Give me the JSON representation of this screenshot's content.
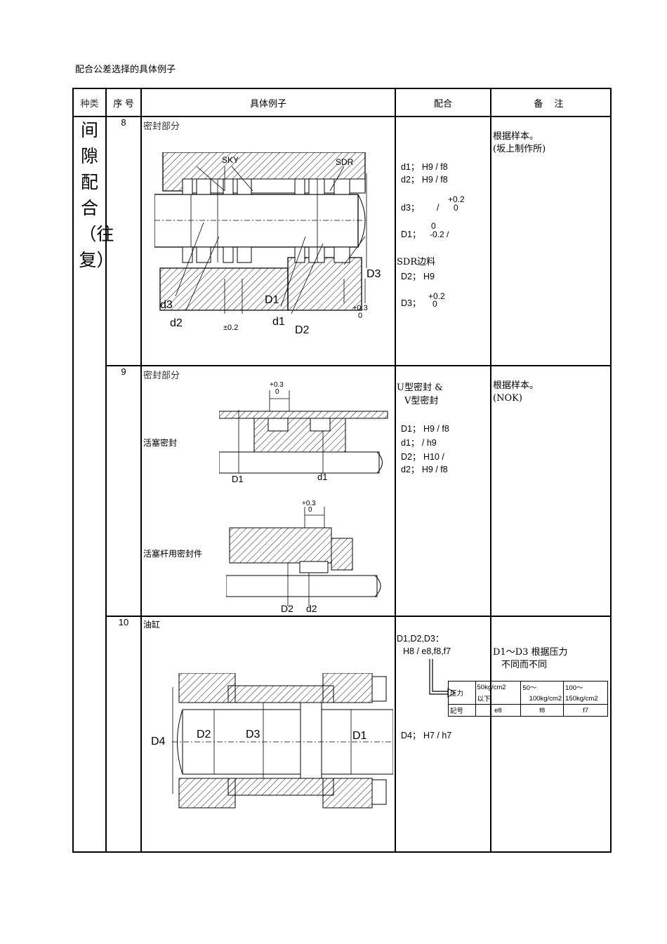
{
  "title": "配合公差选择的具体例子",
  "headers": {
    "kind": "种类",
    "seq": "序 号",
    "example": "具体例子",
    "fit": "配合",
    "note": "备 注"
  },
  "kind_label": "间隙配合（往复）",
  "rows": [
    {
      "seq": "8",
      "example_title": "密封部分",
      "drawing_labels": {
        "sky": "SKY",
        "sdr": "SDR",
        "d3": "d3",
        "d2": "d2",
        "D1": "D1",
        "d1": "d1",
        "D2": "D2",
        "D3": "D3",
        "tol_02": "±0.2",
        "tol_03_top": "+0.3",
        "tol_03_bot": "0"
      },
      "fit_lines": {
        "d1": "d1；  H9 / f8",
        "d2": "d2；  H9 / f8",
        "d3_prefix": "d3；",
        "d3_slash": "/",
        "d3_up": "+0.2",
        "d3_low": "0",
        "D1_prefix": "D1；",
        "D1_up": "0",
        "D1_low": "-0.2 /",
        "sdr_edge": "SDR边料",
        "D2": "D2；  H9",
        "D3_prefix": "D3；",
        "D3_up": "+0.2",
        "D3_low": "0"
      },
      "note_lines": [
        "根据样本。",
        "(坂上制作所)"
      ]
    },
    {
      "seq": "9",
      "example_title": "密封部分",
      "piston_seal": "活塞密封",
      "rod_seal": "活塞杆用密封件",
      "drawing_labels": {
        "tol_a_top": "+0.3",
        "tol_a_bot": "0",
        "D1": "D1",
        "d1": "d1",
        "tol_b_top": "+0.3",
        "tol_b_bot": "0",
        "D2": "D2",
        "d2": "d2"
      },
      "fit_lines": {
        "u_seal": "U型密封  &",
        "v_seal": "V型密封",
        "D1": "D1；  H9 / f8",
        "d1": "d1；       / h9",
        "D2": "D2；  H10 /",
        "d2": "d2；  H9 / f8"
      },
      "note_lines": [
        "根据样本。",
        "(NOK)"
      ]
    },
    {
      "seq": "10",
      "example_title": "油缸",
      "drawing_labels": {
        "D4": "D4",
        "D2": "D2",
        "D3": "D3",
        "D1": "D1"
      },
      "fit_lines": {
        "D123": "D1,D2,D3：",
        "D123_fit": "H8 / e8,f8,f7",
        "D4": "D4；  H7 / h7"
      },
      "note_lines": [
        "D1～D3 根据压力",
        "不同而不同"
      ],
      "pressure_table": {
        "pressure_label": "压力",
        "symbol_label": "記号",
        "ranges": [
          {
            "top": "50kg/cm2",
            "bottom": "以下"
          },
          {
            "top": "50～",
            "bottom": "100kg/cm2"
          },
          {
            "top": "100～",
            "bottom": "150kg/cm2"
          }
        ],
        "symbols": [
          "e8",
          "f8",
          "f7"
        ]
      }
    }
  ]
}
